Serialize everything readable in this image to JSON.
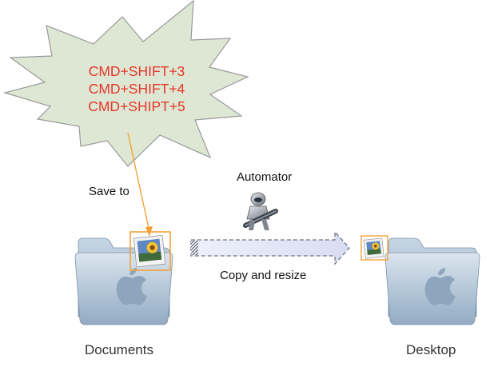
{
  "burst": {
    "lines": [
      "CMD+SHIFT+3",
      "CMD+SHIFT+4",
      "CMD+SHIPT+5"
    ]
  },
  "labels": {
    "save_to": "Save to",
    "automator": "Automator",
    "copy_resize": "Copy and resize",
    "documents": "Documents",
    "desktop": "Desktop"
  },
  "colors": {
    "burst_fill": "#dde7d3",
    "burst_stroke": "#999999",
    "burst_text": "#e8362a",
    "accent_orange": "#f4a236",
    "arrow_fill": "#dfe3f5",
    "arrow_stroke": "#6f7480",
    "folder_blue": "#a9bfd3"
  },
  "icons": {
    "documents_folder": "mac-folder-icon",
    "desktop_folder": "mac-folder-icon",
    "image_file": "photo-file-icon",
    "automator": "automator-robot-icon"
  }
}
